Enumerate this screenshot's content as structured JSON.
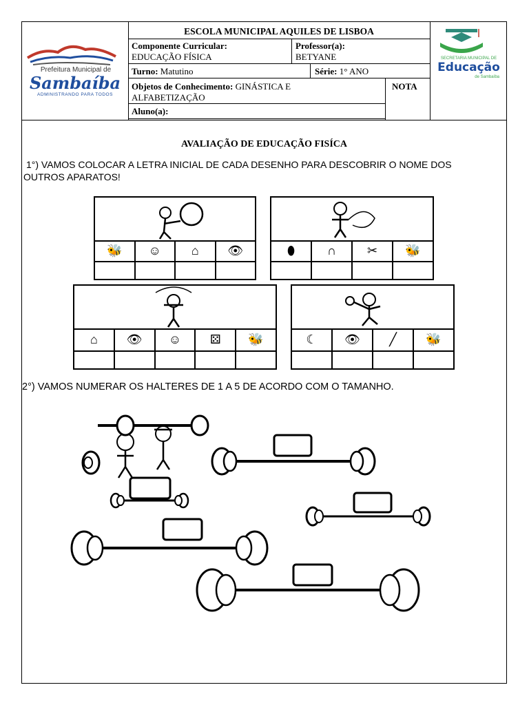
{
  "header": {
    "school": "ESCOLA MUNICIPAL AQUILES DE LISBOA",
    "component_label": "Componente Curricular:",
    "component_value": "EDUCAÇÃO FÍSICA",
    "teacher_label": "Professor(a):",
    "teacher_value": "BETYANE",
    "shift_label": "Turno:",
    "shift_value": "Matutino",
    "grade_label": "Série:",
    "grade_value": "1° ANO",
    "objects_label": "Objetos de Conhecimento:",
    "objects_value_1": "GINÁSTICA E",
    "objects_value_2": "ALFABETIZAÇÃO",
    "nota_label": "NOTA",
    "student_label": "Aluno(a):"
  },
  "logo_left": {
    "line1": "Prefeitura Municipal de",
    "line2": "Sambaíba",
    "line3": "ADMINISTRANDO PARA TODOS"
  },
  "logo_right": {
    "line1": "SECRETARIA MUNICIPAL DE",
    "line2": "Educação",
    "line3": "de Sambaíba"
  },
  "title": "AVALIAÇÃO DE EDUCAÇÃO FISÍCA",
  "question1": {
    "line1": "1°) VAMOS COLOCAR A LETRA INICIAL DE CADA DESENHO PARA DESCOBRIR O NOME DOS",
    "line2": "OUTROS APARATOS!",
    "cards": [
      {
        "figure": "hoop-girl",
        "icons": [
          "bee-icon",
          "face-icon",
          "house-icon",
          "eye-icon"
        ]
      },
      {
        "figure": "ribbon-girl",
        "icons": [
          "bean-icon",
          "horseshoe-icon",
          "scissors-icon",
          "bee-icon"
        ]
      },
      {
        "figure": "rope-boy",
        "icons": [
          "house-icon",
          "eye-icon",
          "face-icon",
          "dice-icon",
          "bee-icon"
        ]
      },
      {
        "figure": "ball-boy",
        "icons": [
          "banana-icon",
          "eye-icon",
          "stick-icon",
          "bee-icon"
        ]
      }
    ]
  },
  "question2": {
    "text": "2°) VAMOS NUMERAR OS HALTERES DE 1 A 5 DE ACORDO COM O TAMANHO."
  },
  "colors": {
    "logo_blue": "#1f4e9e",
    "logo_green": "#3aa54a",
    "logo_red": "#c0392b"
  }
}
